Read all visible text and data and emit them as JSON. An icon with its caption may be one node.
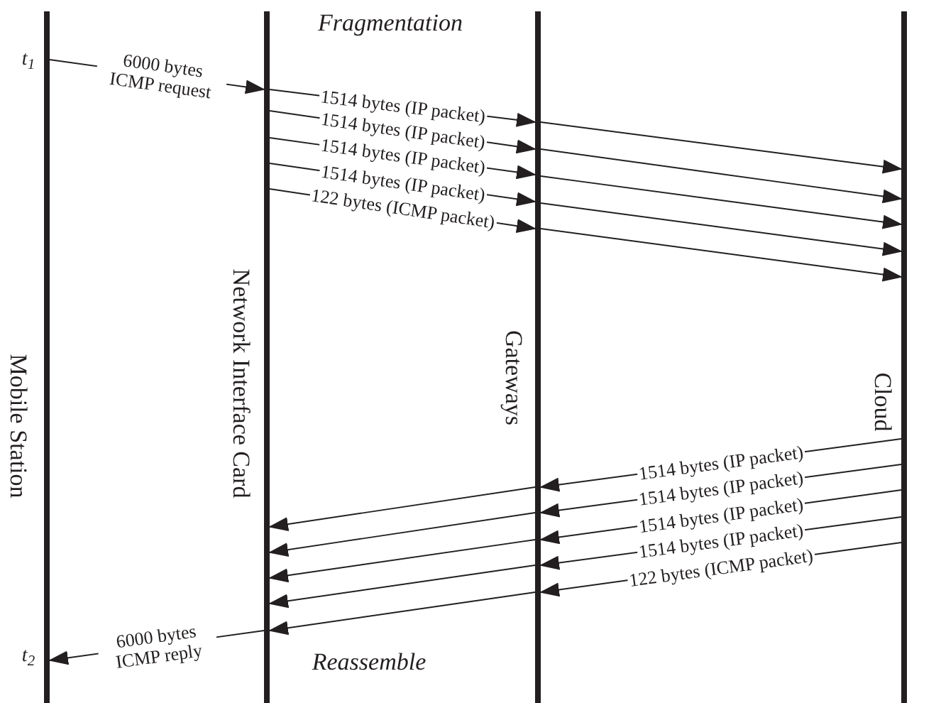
{
  "diagram": {
    "nodes": [
      {
        "text": [
          "Mobile Station"
        ]
      },
      {
        "text": [
          "Network Interface Card"
        ]
      },
      {
        "text": [
          "Gateways"
        ]
      },
      {
        "text": [
          "Cloud"
        ]
      }
    ],
    "edges": [
      {
        "from": 0,
        "to": 1,
        "arrow": "to",
        "label": "6000 bytes ICMP request"
      },
      {
        "from": 1,
        "to": 2,
        "arrow": "to",
        "label": "1514 bytes (IP packet)"
      },
      {
        "from": 1,
        "to": 2,
        "arrow": "to",
        "label": "1514 bytes (IP packet)"
      },
      {
        "from": 1,
        "to": 2,
        "arrow": "to",
        "label": "1514 bytes (IP packet)"
      },
      {
        "from": 1,
        "to": 2,
        "arrow": "to",
        "label": "1514 bytes (IP packet)"
      },
      {
        "from": 1,
        "to": 2,
        "arrow": "to",
        "label": "122 bytes (ICMP packet)"
      },
      {
        "from": 2,
        "to": 3,
        "arrow": "to"
      },
      {
        "from": 2,
        "to": 3,
        "arrow": "to"
      },
      {
        "from": 2,
        "to": 3,
        "arrow": "to"
      },
      {
        "from": 2,
        "to": 3,
        "arrow": "to"
      },
      {
        "from": 2,
        "to": 3,
        "arrow": "to"
      },
      {
        "from": 3,
        "to": 2,
        "arrow": "to",
        "label": "1514 bytes (IP packet)"
      },
      {
        "from": 3,
        "to": 2,
        "arrow": "to",
        "label": "1514 bytes (IP packet)"
      },
      {
        "from": 3,
        "to": 2,
        "arrow": "to",
        "label": "1514 bytes (IP packet)"
      },
      {
        "from": 3,
        "to": 2,
        "arrow": "to",
        "label": "1514 bytes (IP packet)"
      },
      {
        "from": 3,
        "to": 2,
        "arrow": "to",
        "label": "122 bytes (ICMP packet)"
      },
      {
        "from": 2,
        "to": 1,
        "arrow": "to"
      },
      {
        "from": 2,
        "to": 1,
        "arrow": "to"
      },
      {
        "from": 2,
        "to": 1,
        "arrow": "to"
      },
      {
        "from": 2,
        "to": 1,
        "arrow": "to"
      },
      {
        "from": 2,
        "to": 1,
        "arrow": "to"
      },
      {
        "from": 1,
        "to": 0,
        "arrow": "to",
        "label": "6000 bytes ICMP reply"
      }
    ],
    "labels": [
      "t$_{1}$",
      "Fragmentation",
      "t$_{2}$",
      "Reassemble"
    ]
  }
}
